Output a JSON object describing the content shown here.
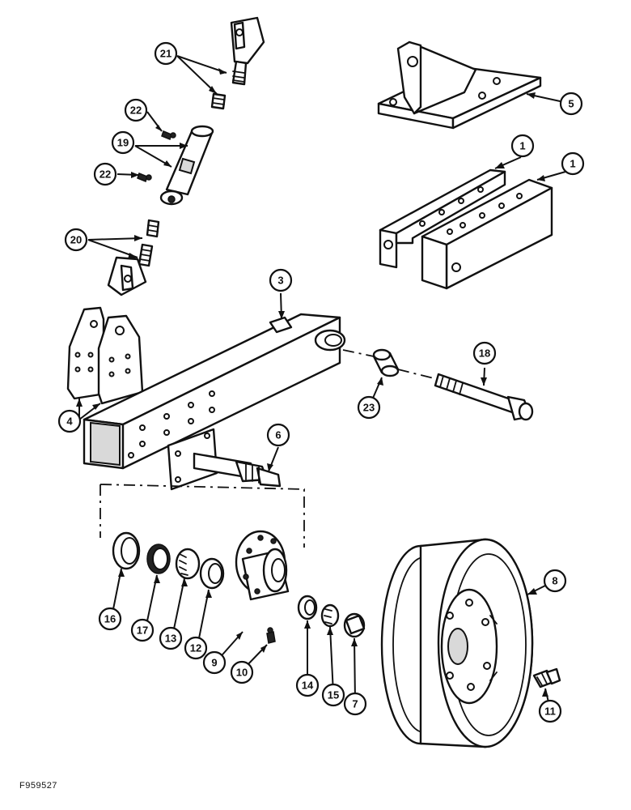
{
  "figure_id": "F959527",
  "callouts": [
    {
      "id": "c21",
      "label": "21"
    },
    {
      "id": "c5",
      "label": "5"
    },
    {
      "id": "c22a",
      "label": "22"
    },
    {
      "id": "c19",
      "label": "19"
    },
    {
      "id": "c22b",
      "label": "22"
    },
    {
      "id": "c1a",
      "label": "1"
    },
    {
      "id": "c1b",
      "label": "1"
    },
    {
      "id": "c20",
      "label": "20"
    },
    {
      "id": "c3",
      "label": "3"
    },
    {
      "id": "c18",
      "label": "18"
    },
    {
      "id": "c4",
      "label": "4"
    },
    {
      "id": "c23",
      "label": "23"
    },
    {
      "id": "c6",
      "label": "6"
    },
    {
      "id": "c8",
      "label": "8"
    },
    {
      "id": "c16",
      "label": "16"
    },
    {
      "id": "c17",
      "label": "17"
    },
    {
      "id": "c13",
      "label": "13"
    },
    {
      "id": "c12",
      "label": "12"
    },
    {
      "id": "c9",
      "label": "9"
    },
    {
      "id": "c10",
      "label": "10"
    },
    {
      "id": "c14",
      "label": "14"
    },
    {
      "id": "c15",
      "label": "15"
    },
    {
      "id": "c7",
      "label": "7"
    },
    {
      "id": "c11",
      "label": "11"
    }
  ]
}
